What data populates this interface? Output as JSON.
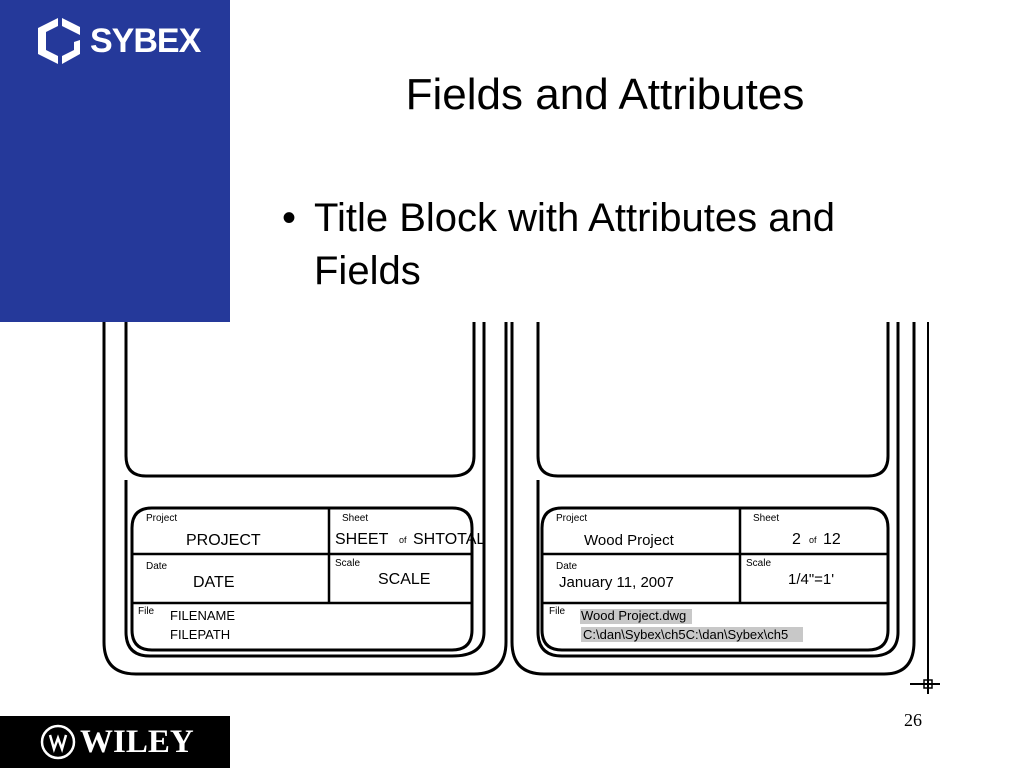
{
  "slide": {
    "title": "Fields and Attributes",
    "bullet": "Title Block with Attributes and Fields",
    "page_number": "26"
  },
  "logos": {
    "sybex": "SYBEX",
    "wiley": "WILEY"
  },
  "title_blocks": {
    "left": {
      "project_label": "Project",
      "project_value": "PROJECT",
      "sheet_label": "Sheet",
      "sheet_value": "SHEET",
      "of_label": "of",
      "sheet_total": "SHTOTAL",
      "date_label": "Date",
      "date_value": "DATE",
      "scale_label": "Scale",
      "scale_value": "SCALE",
      "file_label": "File",
      "file_name": "FILENAME",
      "file_path": "FILEPATH"
    },
    "right": {
      "project_label": "Project",
      "project_value": "Wood Project",
      "sheet_label": "Sheet",
      "sheet_value": "2",
      "of_label": "of",
      "sheet_total": "12",
      "date_label": "Date",
      "date_value": "January 11, 2007",
      "scale_label": "Scale",
      "scale_value": "1/4\"=1'",
      "file_label": "File",
      "file_name": "Wood Project.dwg",
      "file_path": "C:\\dan\\Sybex\\ch5C:\\dan\\Sybex\\ch5"
    }
  },
  "colors": {
    "sidebar": "#25399a",
    "bottom_bar": "#000000",
    "field_highlight": "#c8c8c8"
  }
}
